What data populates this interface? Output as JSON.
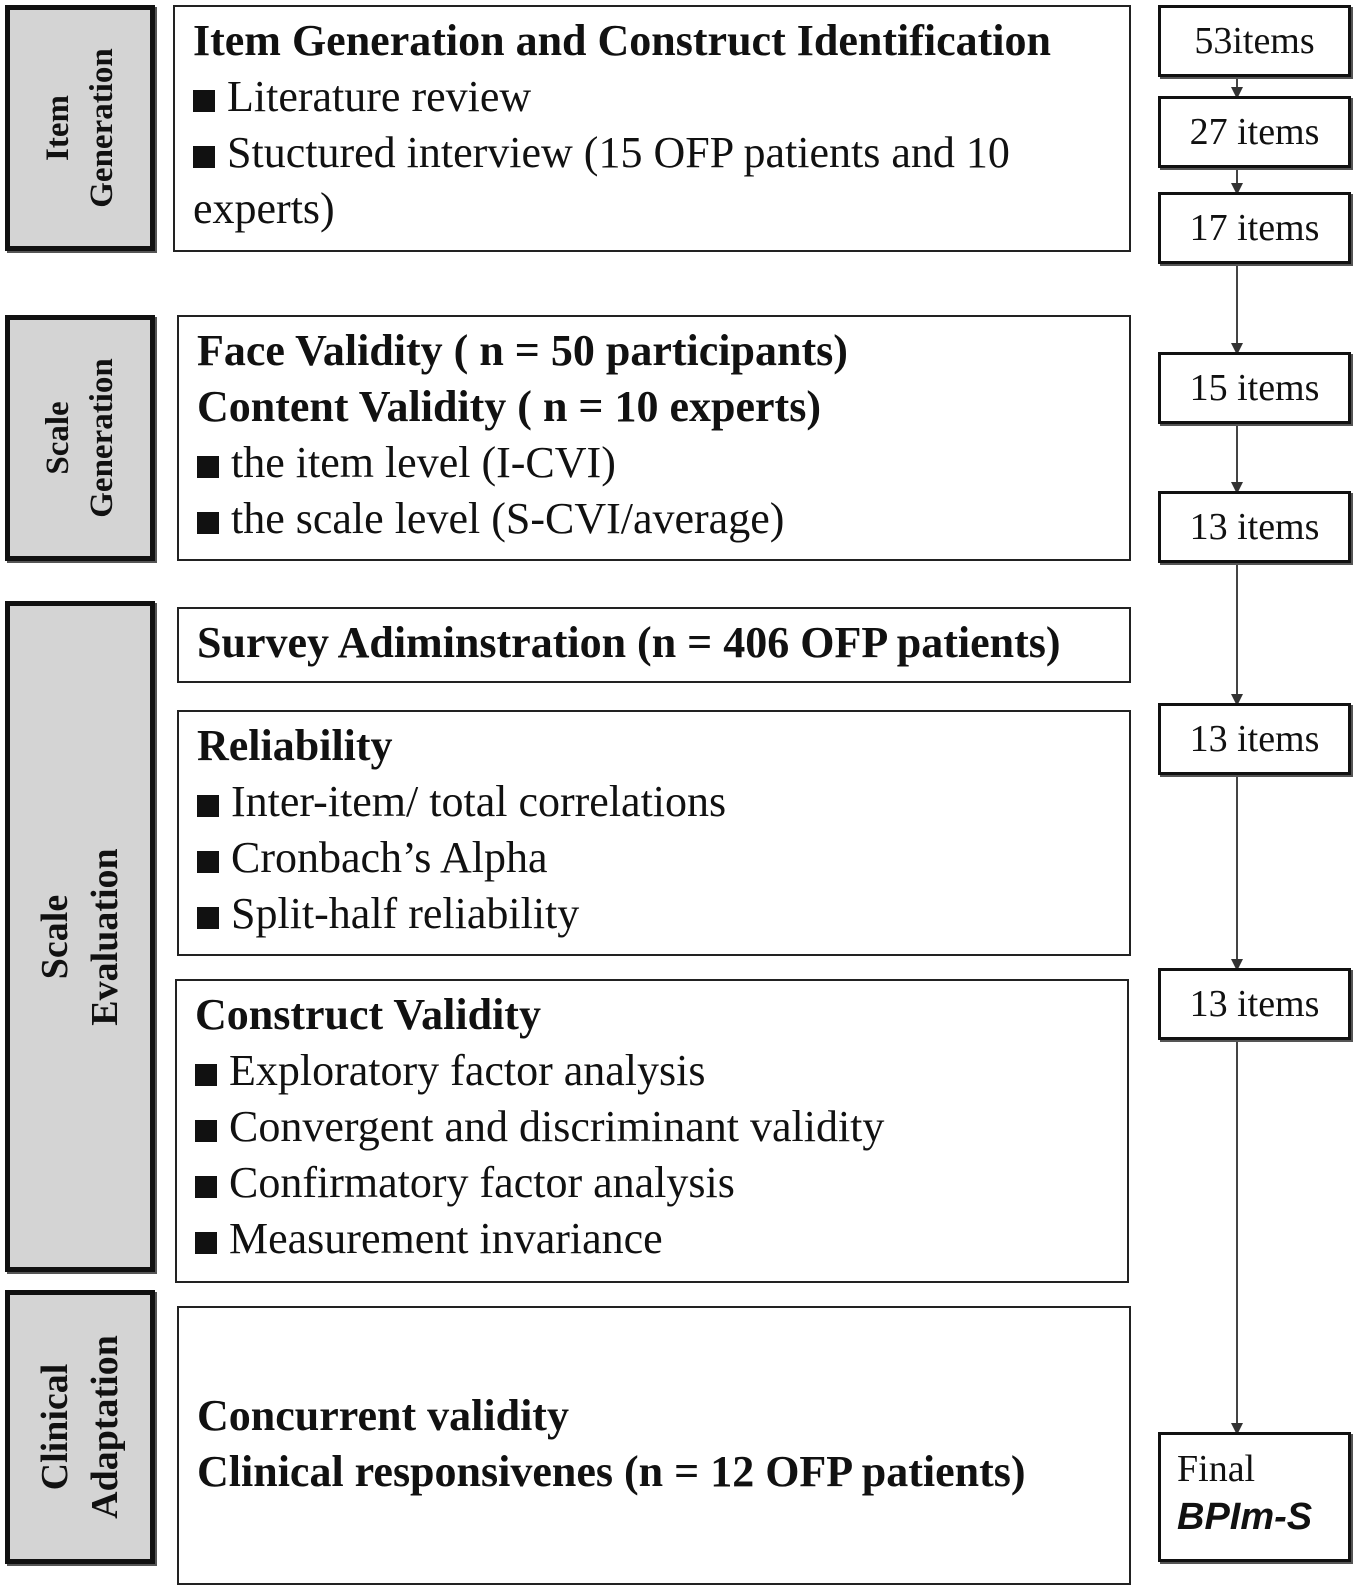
{
  "stages": [
    {
      "id": "item-generation",
      "label": [
        "Item",
        "Generation"
      ]
    },
    {
      "id": "scale-generation",
      "label": [
        "Scale",
        "Generation"
      ]
    },
    {
      "id": "scale-evaluation",
      "label": [
        "Scale",
        "Evaluation"
      ]
    },
    {
      "id": "clinical-adaptation",
      "label": [
        "Clinical",
        "Adaptation"
      ]
    }
  ],
  "boxes": {
    "item_generation": {
      "heading": "Item Generation and Construct Identification",
      "bullets": [
        "Literature review",
        "Stuctured interview (15 OFP patients and 10 experts)"
      ]
    },
    "scale_generation": {
      "headings": [
        "Face Validity ( n = 50 participants)",
        "Content Validity ( n = 10 experts)"
      ],
      "bullets": [
        "the item level (I-CVI)",
        "the scale level (S-CVI/average)"
      ]
    },
    "survey": {
      "heading": "Survey Adiminstration (n = 406 OFP patients)"
    },
    "reliability": {
      "heading": "Reliability",
      "bullets": [
        "Inter-item/ total correlations",
        "Cronbach’s Alpha",
        "Split-half reliability"
      ]
    },
    "construct_validity": {
      "heading": "Construct Validity",
      "bullets": [
        "Exploratory factor analysis",
        "Convergent and discriminant validity",
        "Confirmatory factor analysis",
        "Measurement invariance"
      ]
    },
    "clinical": {
      "headings": [
        "Concurrent validity",
        "Clinical responsivenes (n = 12 OFP patients)"
      ]
    }
  },
  "item_counts": [
    "53items",
    "27 items",
    "17 items",
    "15 items",
    "13 items",
    "13 items",
    "13 items"
  ],
  "final": {
    "label": "Final",
    "name": "BPIm-S"
  },
  "colors": {
    "stage_fill": "#d4d4d4",
    "border": "#111111",
    "arrow": "#444444"
  }
}
